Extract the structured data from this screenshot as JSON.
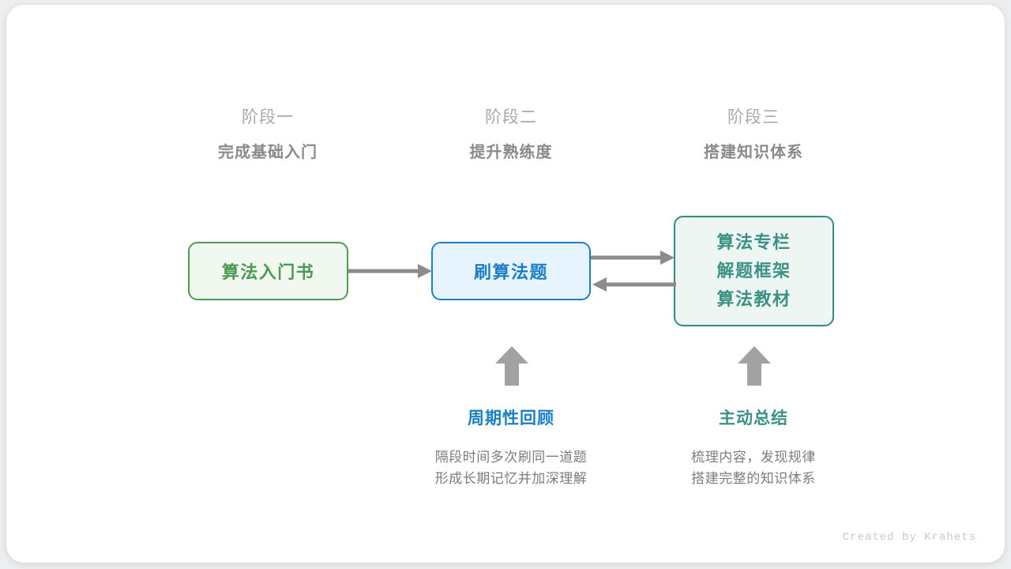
{
  "stages": [
    {
      "number": "阶段一",
      "title": "完成基础入门"
    },
    {
      "number": "阶段二",
      "title": "提升熟练度"
    },
    {
      "number": "阶段三",
      "title": "搭建知识体系"
    }
  ],
  "nodes": {
    "book": {
      "label": "算法入门书",
      "color": "#4b9a53",
      "border": "#4e9a51",
      "fill": "#f1f8f0"
    },
    "practice": {
      "label": "刷算法题",
      "color": "#1a7fc4",
      "border": "#1a7fc4",
      "fill": "#e8f4fd"
    },
    "resources": {
      "lines": [
        "算法专栏",
        "解题框架",
        "算法教材"
      ],
      "color": "#3a9184",
      "border": "#2f8b80",
      "fill": "#eef6f4"
    }
  },
  "arrows": {
    "book_to_practice": "arrow-right-icon",
    "practice_to_resources": "arrow-right-icon",
    "resources_to_practice": "arrow-left-icon",
    "review_up": "arrow-up-icon",
    "summary_up": "arrow-up-icon",
    "color": "#8c8c8c"
  },
  "notes": [
    {
      "title": "周期性回顾",
      "desc_line_1": "隔段时间多次刷同一道题",
      "desc_line_2": "形成长期记忆并加深理解",
      "color": "#1a7fc4"
    },
    {
      "title": "主动总结",
      "desc_line_1": "梳理内容，发现规律",
      "desc_line_2": "搭建完整的知识体系",
      "color": "#3a9184"
    }
  ],
  "credit": "Created by Krahets"
}
